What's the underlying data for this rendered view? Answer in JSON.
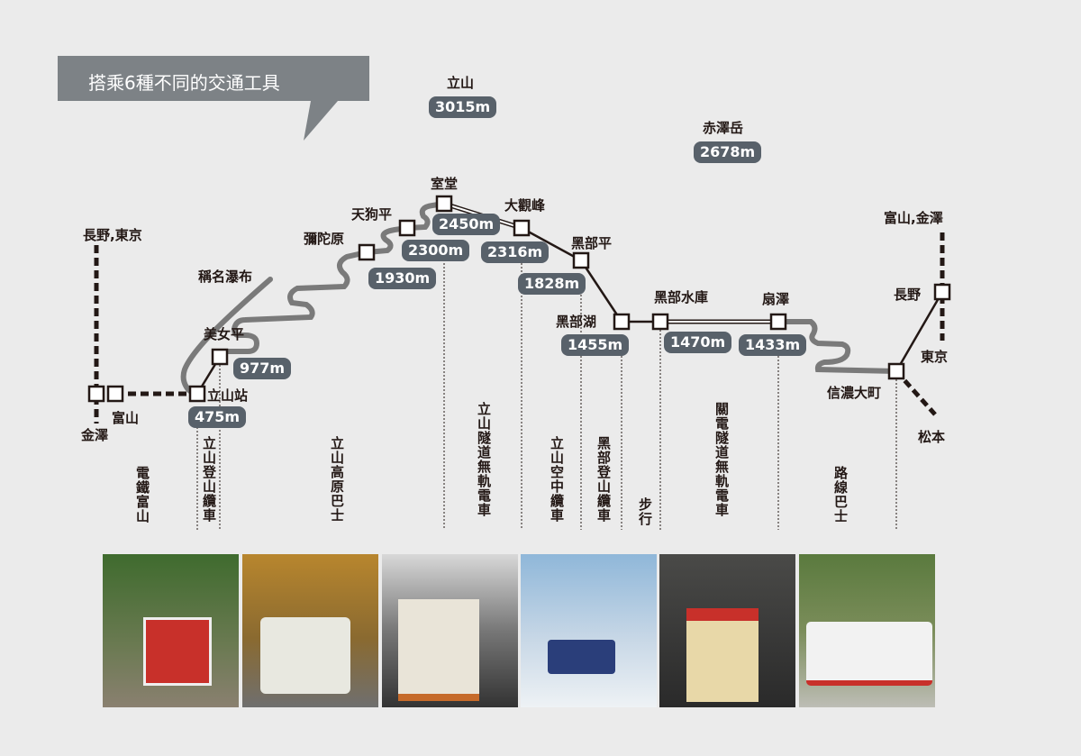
{
  "callout": "搭乘6種不同的交通工具",
  "peaks": [
    {
      "name": "立山",
      "height": "3015m"
    },
    {
      "name": "赤澤岳",
      "height": "2678m"
    }
  ],
  "stations": {
    "nagano_tokyo": "長野,東京",
    "toyama": "富山",
    "kanazawa": "金澤",
    "tateyama": "立山站",
    "shomyo": "稱名瀑布",
    "bijodaira": "美女平",
    "midagahara": "彌陀原",
    "tengudaira": "天狗平",
    "murodo": "室堂",
    "daikanbo": "大觀峰",
    "kurobedaira": "黑部平",
    "kurobeko": "黑部湖",
    "kurobedam": "黑部水庫",
    "ogizawa": "扇澤",
    "shinano": "信濃大町",
    "nagano": "長野",
    "toyama_kanazawa": "富山,金澤",
    "tokyo": "東京",
    "matsumoto": "松本"
  },
  "heights": {
    "tateyama": "475m",
    "bijodaira": "977m",
    "midagahara": "1930m",
    "tengudaira": "2300m",
    "murodo": "2450m",
    "daikanbo": "2316m",
    "kurobedaira": "1828m",
    "kurobeko": "1455m",
    "kurobedam": "1470m",
    "ogizawa": "1433m"
  },
  "transport": [
    "電鐵富山",
    "立山登山纜車",
    "立山高原巴士",
    "立山隧道無軌電車",
    "立山空中纜車",
    "黑部登山纜車",
    "步行",
    "關電隧道無軌電車",
    "路線巴士"
  ],
  "colors": {
    "background": "#ebebeb",
    "callout": "#7d8286",
    "badge": "#58616a",
    "road": "#7a7a7a"
  }
}
